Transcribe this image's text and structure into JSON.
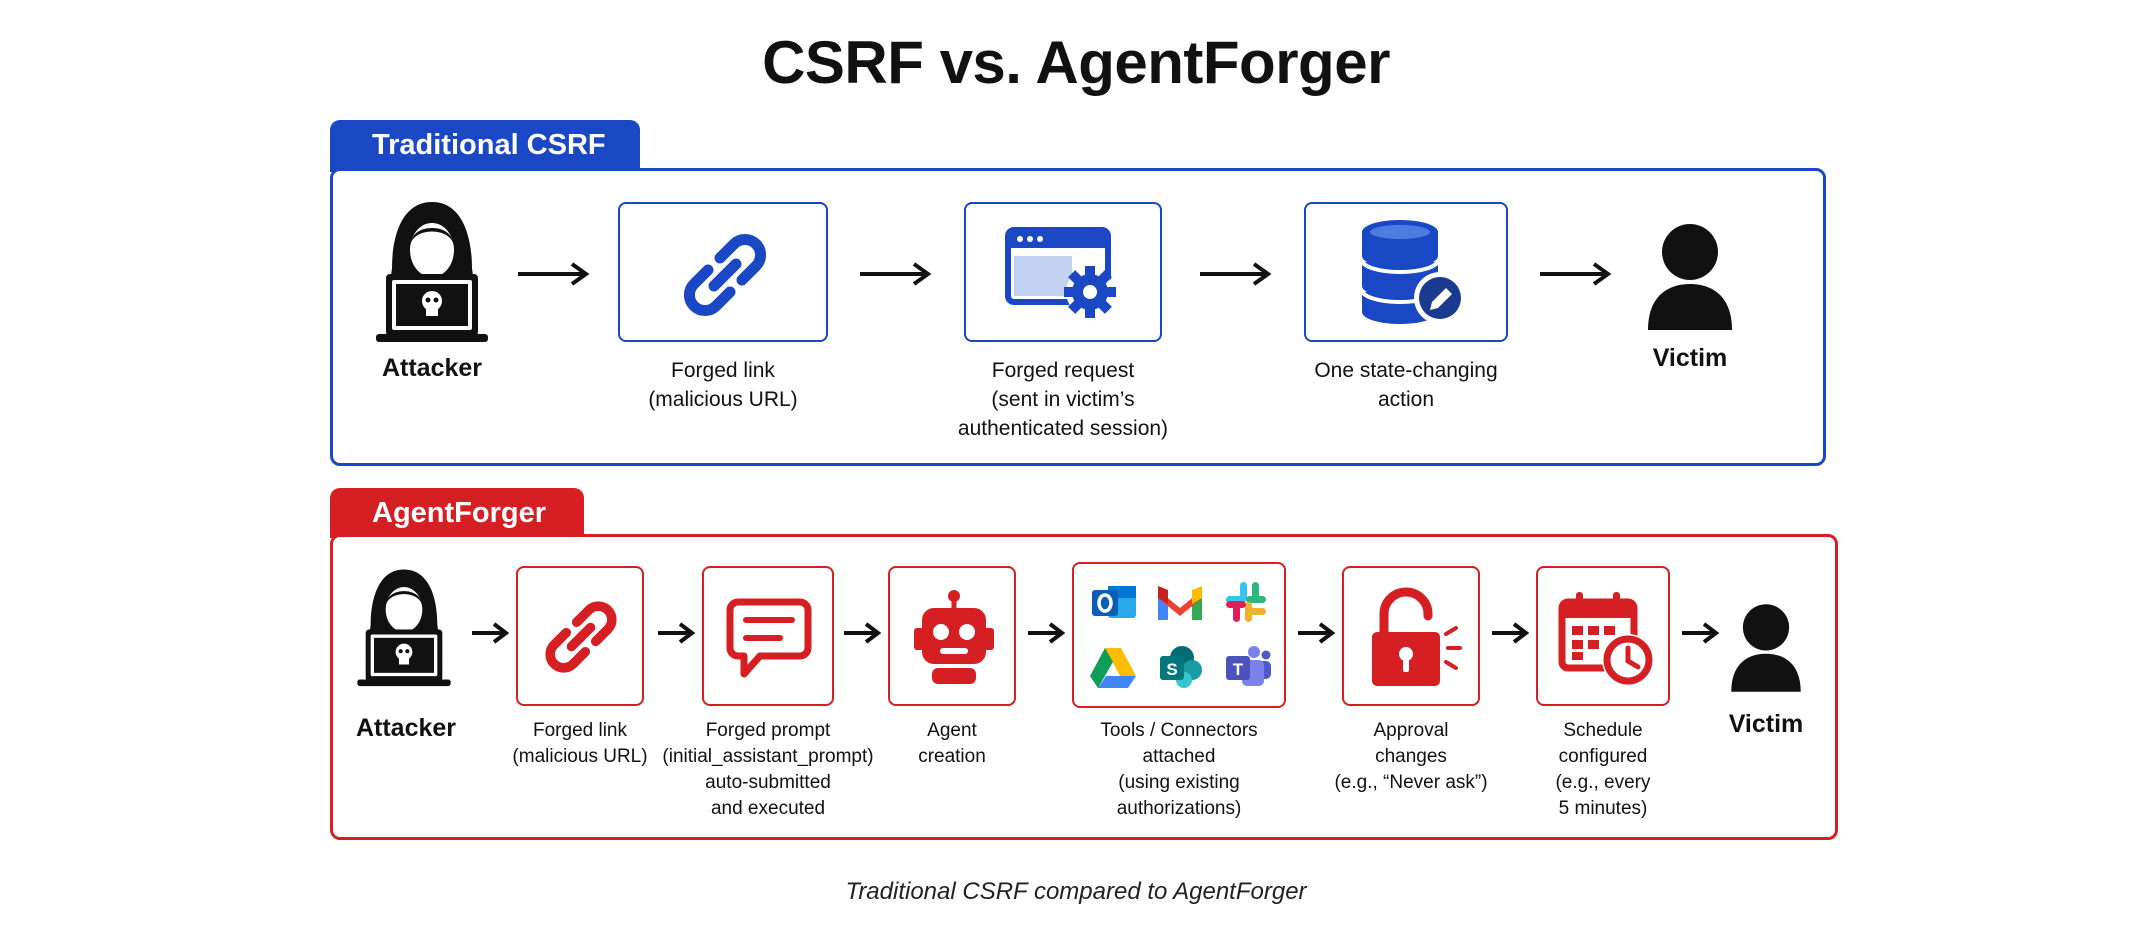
{
  "title": "CSRF vs. AgentForger",
  "traditional": {
    "tab": "Traditional CSRF",
    "color": "#1a47c4",
    "steps": {
      "attacker": "Attacker",
      "forged_link": [
        "Forged link",
        "(malicious URL)"
      ],
      "forged_request": [
        "Forged request",
        "(sent in victim’s",
        "authenticated session)"
      ],
      "state_change": [
        "One state-changing",
        "action"
      ],
      "victim": "Victim"
    }
  },
  "agentforger": {
    "tab": "AgentForger",
    "color": "#d51f22",
    "steps": {
      "attacker": "Attacker",
      "forged_link": [
        "Forged link",
        "(malicious URL)"
      ],
      "forged_prompt": [
        "Forged prompt",
        "(initial_assistant_prompt)",
        "auto-submitted",
        "and executed"
      ],
      "agent_creation": [
        "Agent",
        "creation"
      ],
      "tools": [
        "Tools / Connectors",
        "attached",
        "(using existing",
        "authorizations)"
      ],
      "approval": [
        "Approval",
        "changes",
        "(e.g., “Never ask”)"
      ],
      "schedule": [
        "Schedule",
        "configured",
        "(e.g., every",
        "5 minutes)"
      ],
      "victim": "Victim"
    },
    "tool_icons": [
      "outlook-icon",
      "gmail-icon",
      "slack-icon",
      "google-drive-icon",
      "sharepoint-icon",
      "teams-icon"
    ]
  },
  "caption": "Traditional CSRF compared to AgentForger"
}
